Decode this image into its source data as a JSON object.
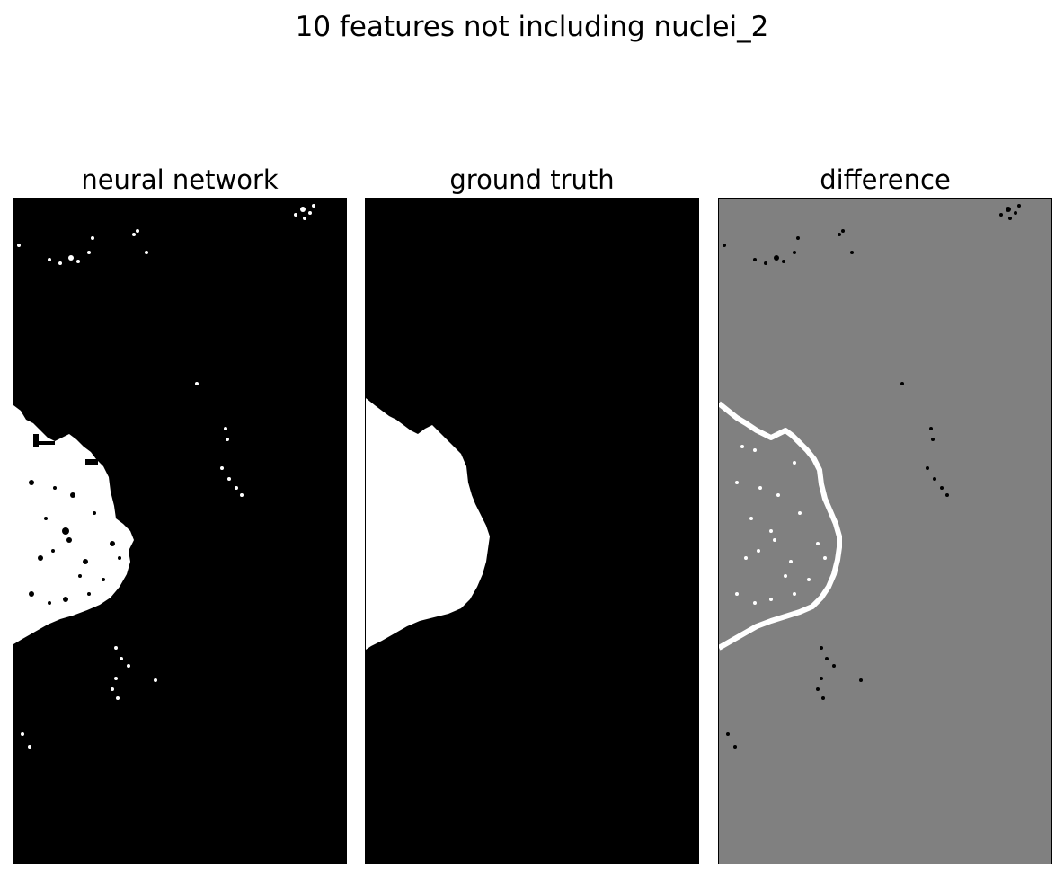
{
  "figure": {
    "title": "10 features not including nuclei_2"
  },
  "panels": [
    {
      "title": "neural network"
    },
    {
      "title": "ground truth"
    },
    {
      "title": "difference"
    }
  ],
  "colors": {
    "mask_background": "#000000",
    "mask_foreground": "#ffffff",
    "difference_background": "#808080"
  }
}
